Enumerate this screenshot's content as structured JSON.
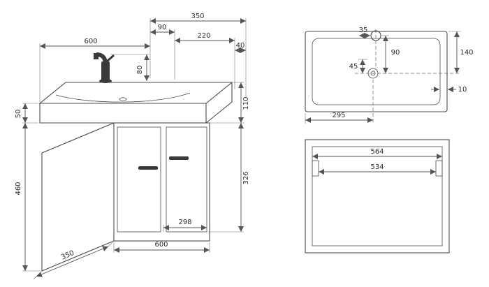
{
  "front_view": {
    "width_top": "600",
    "depth_total": "350",
    "faucet_offset": "90",
    "faucet_to_front": "220",
    "front_rim": "40",
    "faucet_height": "80",
    "basin_height_left": "50",
    "basin_height_right": "110",
    "door_height": "326",
    "cabinet_height": "460",
    "door_width": "298",
    "width_bottom": "600",
    "side_depth": "350"
  },
  "sink_top_view": {
    "faucet_hole": "35",
    "faucet_to_drain": "90",
    "drain": "45",
    "back_to_drain": "140",
    "rim": "10",
    "drain_offset": "295"
  },
  "cabinet_back_view": {
    "outer_width": "564",
    "inner_width": "534"
  },
  "colors": {
    "background": "#ffffff",
    "object_line": "#4a4a4a",
    "dimension_line": "#555555",
    "text": "#2b2b2b",
    "faucet_fill": "#3a3a3a"
  }
}
